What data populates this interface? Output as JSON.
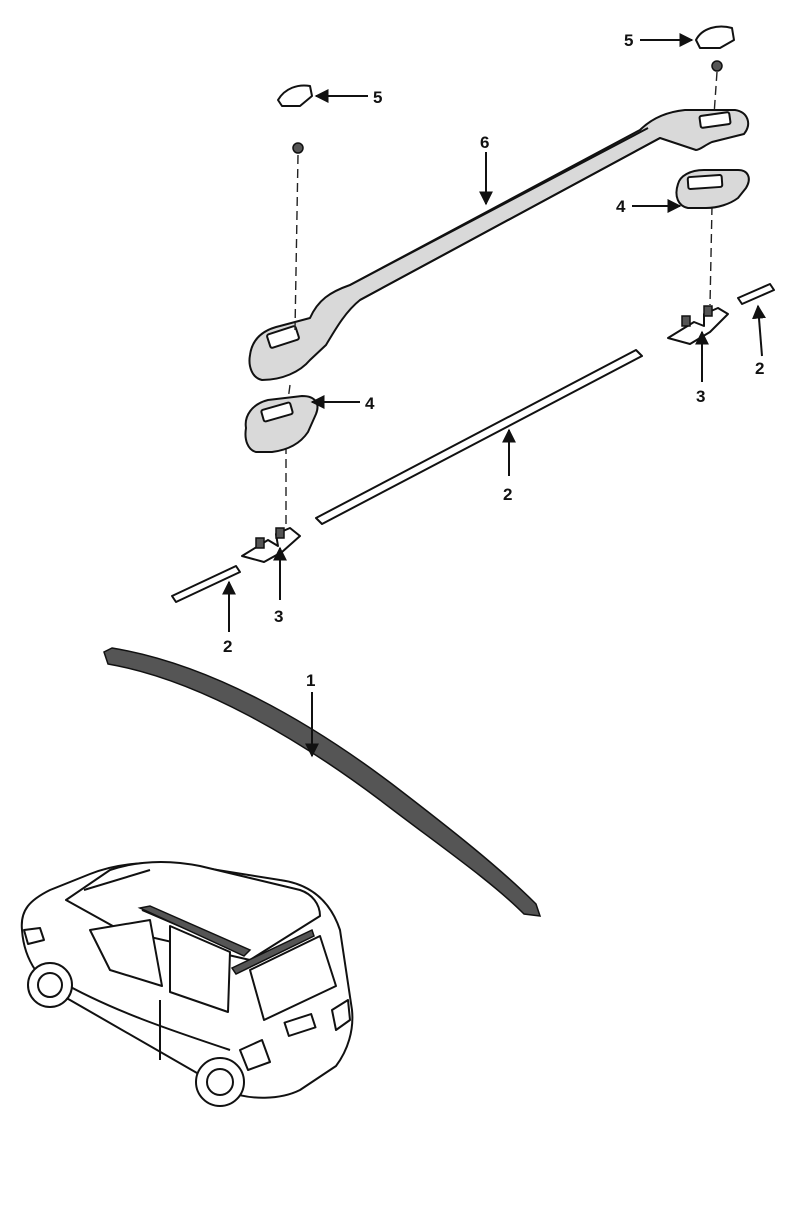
{
  "callouts": {
    "c1": "1",
    "c2": "2",
    "c3": "3",
    "c4": "4",
    "c5": "5",
    "c6": "6"
  },
  "icons": [
    "roof-molding-strip",
    "trim-strip",
    "mounting-bracket",
    "rail-base-pad",
    "end-cap",
    "roof-rail",
    "hatchback-car"
  ]
}
